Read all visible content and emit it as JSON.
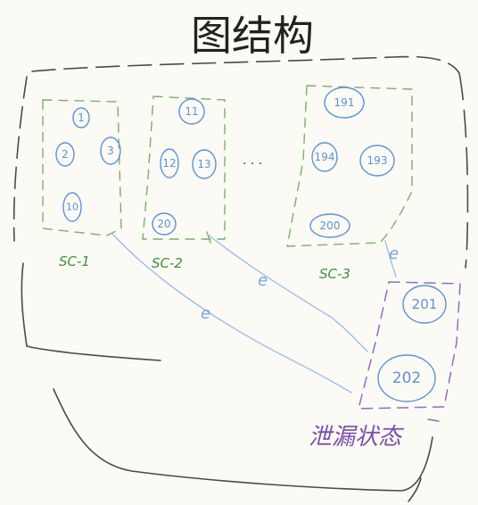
{
  "title": "图结构",
  "groups": [
    {
      "label": "SC-1",
      "nodes": [
        "1",
        "2",
        "3",
        "10"
      ]
    },
    {
      "label": "SC-2",
      "nodes": [
        "11",
        "12",
        "13",
        "20"
      ]
    },
    {
      "label": "SC-3",
      "nodes": [
        "191",
        "194",
        "193",
        "200"
      ]
    }
  ],
  "ellipsis": ". . .",
  "leak_zone": {
    "label": "泄漏状态",
    "nodes": [
      "201",
      "202"
    ]
  },
  "edges": [
    {
      "label": "e"
    },
    {
      "label": "e"
    },
    {
      "label": "e"
    }
  ],
  "colors": {
    "ink": "#222222",
    "outline": "#4a4a4a",
    "node": "#5b93d6",
    "group_box": "#7ab06a",
    "group_label": "#3e8e3c",
    "edge": "#9dbfe8",
    "leak_box": "#8a6fc0",
    "leak_label": "#7a4fb0"
  }
}
